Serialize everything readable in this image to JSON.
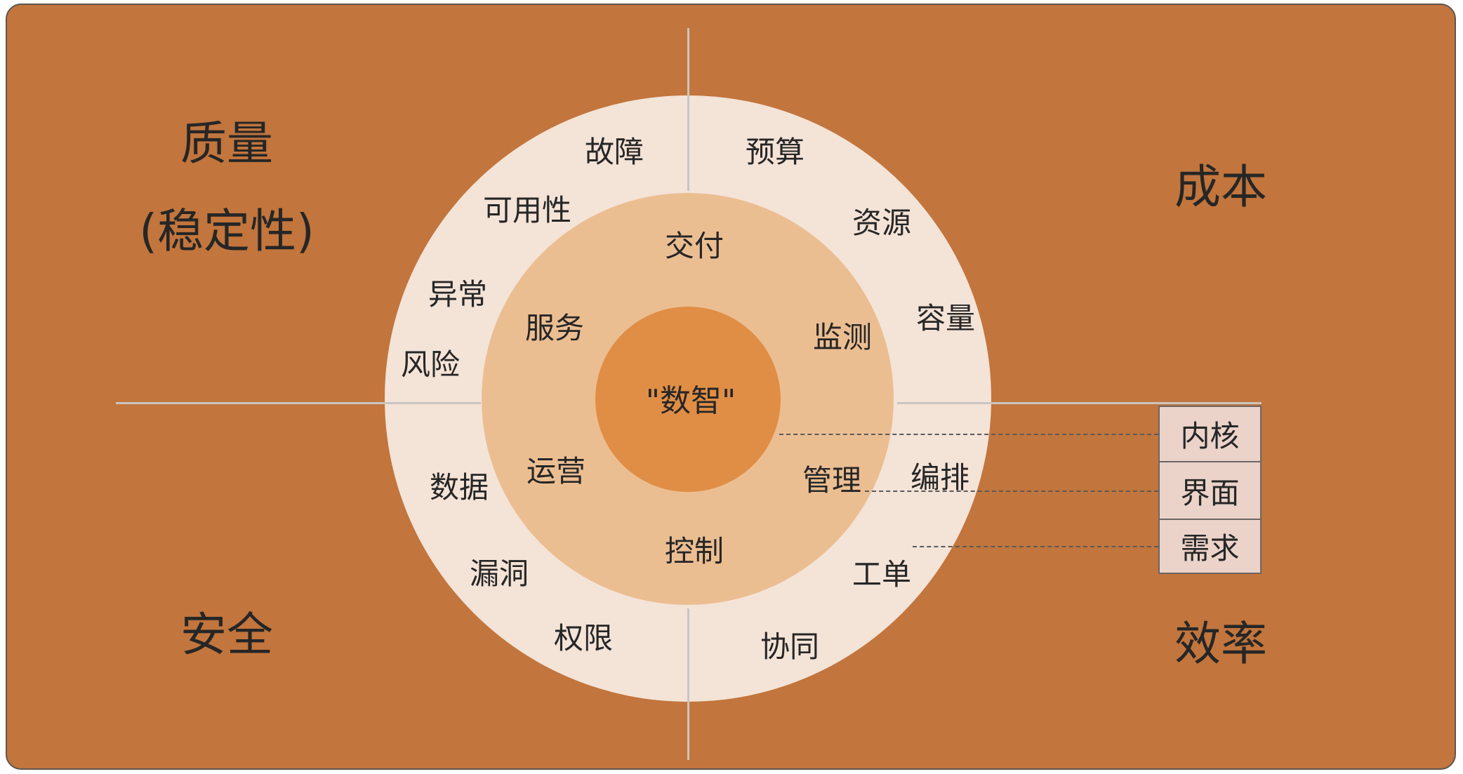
{
  "colors": {
    "panel": "#C2753C",
    "outer_ring": "#F4E3D7",
    "middle_ring": "#EBBE92",
    "core": "#E08E45",
    "axis_line": "#C9C5C2",
    "box_fill": "#EBD3CA",
    "box_border": "#6C6664",
    "text": "#262626"
  },
  "quadrants": {
    "top_left_line1": "质量",
    "top_left_line2": "(稳定性)",
    "top_right": "成本",
    "bottom_left": "安全",
    "bottom_right": "效率"
  },
  "core": {
    "label": "\"数智\""
  },
  "middle_ring": {
    "items": [
      "交付",
      "监测",
      "管理",
      "控制",
      "运营",
      "服务"
    ]
  },
  "outer_ring": {
    "items": [
      "故障",
      "预算",
      "可用性",
      "资源",
      "异常",
      "容量",
      "风险",
      "数据",
      "编排",
      "漏洞",
      "工单",
      "权限",
      "协同"
    ]
  },
  "side_boxes": {
    "items": [
      "内核",
      "界面",
      "需求"
    ]
  }
}
